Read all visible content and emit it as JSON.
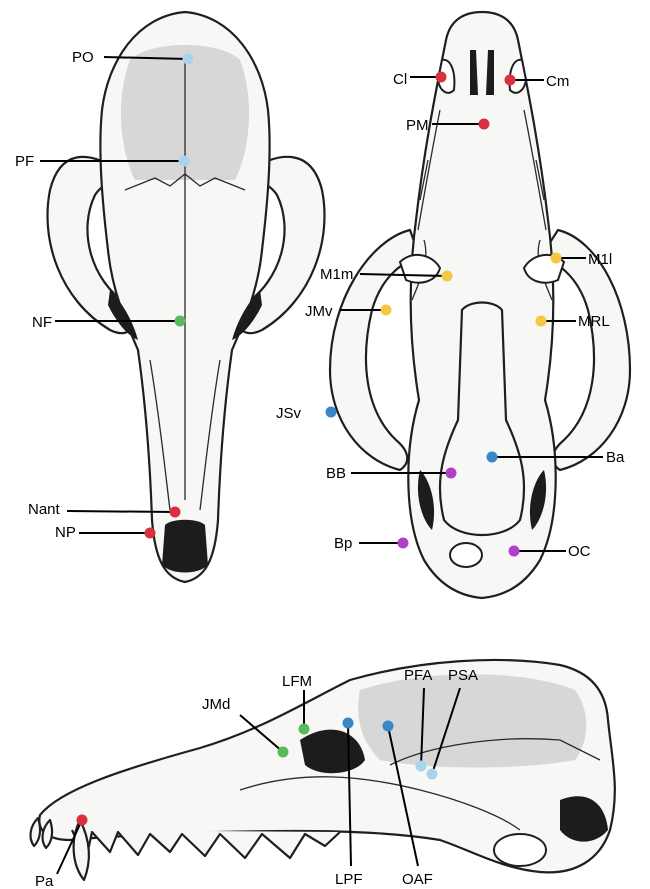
{
  "colors": {
    "red": "#d9303e",
    "light_blue": "#a9d3ee",
    "green": "#5cb85c",
    "yellow": "#f6c842",
    "blue": "#3a86c8",
    "magenta": "#b23fc8"
  },
  "landmarks": [
    {
      "id": "PO",
      "label": "PO",
      "color": "light_blue",
      "view": "dorsal"
    },
    {
      "id": "PF",
      "label": "PF",
      "color": "light_blue",
      "view": "dorsal"
    },
    {
      "id": "NF",
      "label": "NF",
      "color": "green",
      "view": "dorsal"
    },
    {
      "id": "Nant",
      "label": "Nant",
      "color": "red",
      "view": "dorsal"
    },
    {
      "id": "NP",
      "label": "NP",
      "color": "red",
      "view": "dorsal"
    },
    {
      "id": "Cl",
      "label": "Cl",
      "color": "red",
      "view": "ventral"
    },
    {
      "id": "Cm",
      "label": "Cm",
      "color": "red",
      "view": "ventral"
    },
    {
      "id": "PM",
      "label": "PM",
      "color": "red",
      "view": "ventral"
    },
    {
      "id": "M1m",
      "label": "M1m",
      "color": "yellow",
      "view": "ventral"
    },
    {
      "id": "M1l",
      "label": "M1l",
      "color": "yellow",
      "view": "ventral"
    },
    {
      "id": "JMv",
      "label": "JMv",
      "color": "yellow",
      "view": "ventral"
    },
    {
      "id": "MRL",
      "label": "MRL",
      "color": "yellow",
      "view": "ventral"
    },
    {
      "id": "JSv",
      "label": "JSv",
      "color": "blue",
      "view": "ventral"
    },
    {
      "id": "BB",
      "label": "BB",
      "color": "magenta",
      "view": "ventral"
    },
    {
      "id": "Ba",
      "label": "Ba",
      "color": "blue",
      "view": "ventral"
    },
    {
      "id": "Bp",
      "label": "Bp",
      "color": "magenta",
      "view": "ventral"
    },
    {
      "id": "OC",
      "label": "OC",
      "color": "magenta",
      "view": "ventral"
    },
    {
      "id": "JMd",
      "label": "JMd",
      "color": "green",
      "view": "lateral"
    },
    {
      "id": "LFM",
      "label": "LFM",
      "color": "green",
      "view": "lateral"
    },
    {
      "id": "PFA",
      "label": "PFA",
      "color": "light_blue",
      "view": "lateral"
    },
    {
      "id": "PSA",
      "label": "PSA",
      "color": "light_blue",
      "view": "lateral"
    },
    {
      "id": "Pa",
      "label": "Pa",
      "color": "red",
      "view": "lateral"
    },
    {
      "id": "LPF",
      "label": "LPF",
      "color": "blue",
      "view": "lateral"
    },
    {
      "id": "OAF",
      "label": "OAF",
      "color": "blue",
      "view": "lateral"
    }
  ]
}
